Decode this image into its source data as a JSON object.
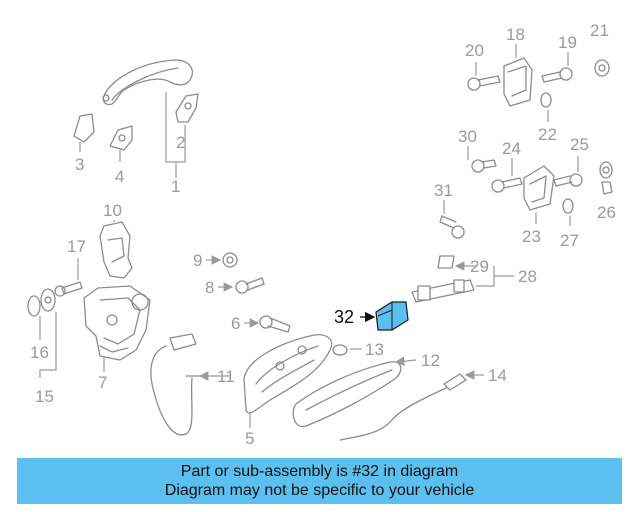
{
  "labels": {
    "n1": "1",
    "n2": "2",
    "n3": "3",
    "n4": "4",
    "n5": "5",
    "n6": "6",
    "n7": "7",
    "n8": "8",
    "n9": "9",
    "n10": "10",
    "n11": "11",
    "n12": "12",
    "n13": "13",
    "n14": "14",
    "n15": "15",
    "n16": "16",
    "n17": "17",
    "n18": "18",
    "n19": "19",
    "n20": "20",
    "n21": "21",
    "n22": "22",
    "n23": "23",
    "n24": "24",
    "n25": "25",
    "n26": "26",
    "n27": "27",
    "n28": "28",
    "n29": "29",
    "n30": "30",
    "n31": "31",
    "n32": "32"
  },
  "highlight": {
    "part_number": "32",
    "color": "#5bc0f0"
  },
  "banner": {
    "line1": "Part or sub-assembly is #32 in diagram",
    "line2": "Diagram may not be specific to your vehicle",
    "color": "#5bc0f0"
  }
}
